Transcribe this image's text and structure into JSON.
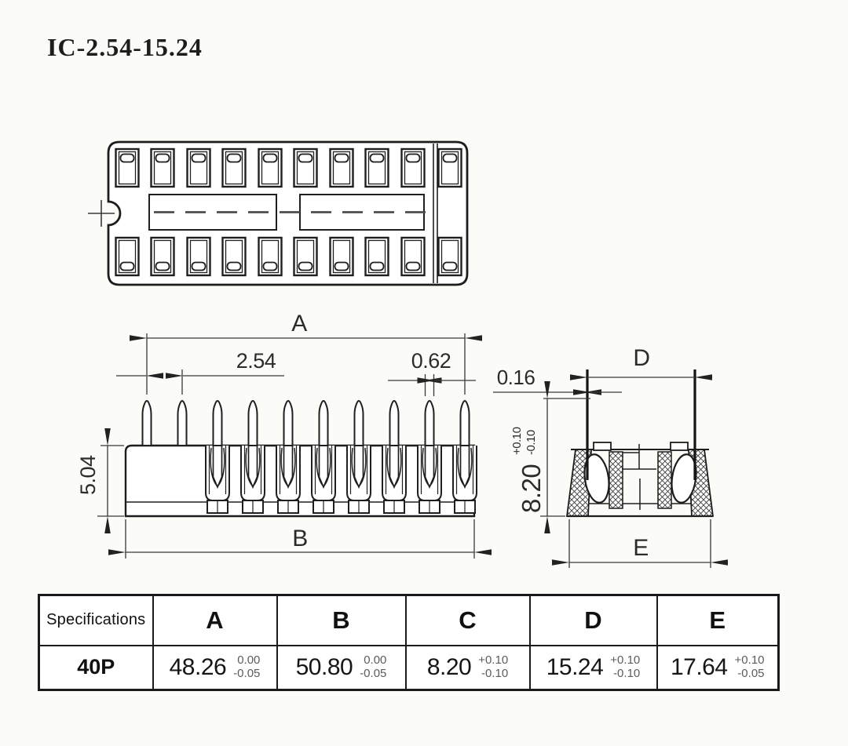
{
  "title": "IC-2.54-15.24",
  "drawing": {
    "side_view": {
      "dim_a_label": "A",
      "dim_pitch": "2.54",
      "dim_pin_width": "0.62",
      "dim_body_height": "5.04",
      "dim_b_label": "B"
    },
    "end_view": {
      "dim_pin_thickness": "0.16",
      "dim_d_label": "D",
      "dim_height_value": "8.20",
      "dim_height_tol_plus": "+0.10",
      "dim_height_tol_minus": "-0.10",
      "dim_e_label": "E"
    }
  },
  "table": {
    "spec_header": "Specifications",
    "columns": [
      "A",
      "B",
      "C",
      "D",
      "E"
    ],
    "rows": [
      {
        "spec": "40P",
        "values": [
          {
            "value": "48.26",
            "tol_top": "0.00",
            "tol_bottom": "-0.05"
          },
          {
            "value": "50.80",
            "tol_top": "0.00",
            "tol_bottom": "-0.05"
          },
          {
            "value": "8.20",
            "tol_top": "+0.10",
            "tol_bottom": "-0.10"
          },
          {
            "value": "15.24",
            "tol_top": "+0.10",
            "tol_bottom": "-0.10"
          },
          {
            "value": "17.64",
            "tol_top": "+0.10",
            "tol_bottom": "-0.05"
          }
        ]
      }
    ]
  }
}
